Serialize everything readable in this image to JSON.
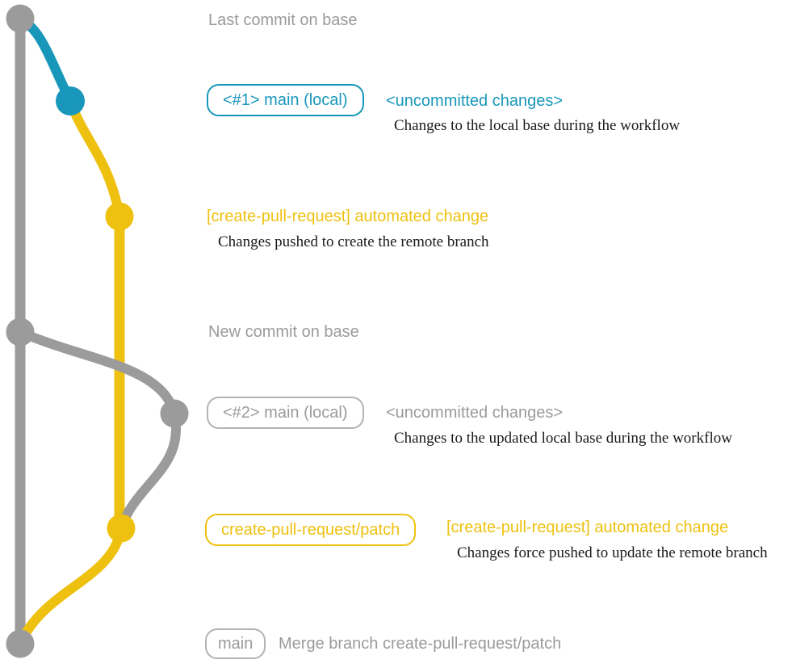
{
  "colors": {
    "blue": "#1897ba",
    "yellow": "#eec111",
    "gray": "#9b9b9b",
    "gray_light": "#b3b3b3",
    "text": "#1a1a1a",
    "background": "#ffffff"
  },
  "annotations": {
    "last_commit": {
      "title": "Last commit on base"
    },
    "uncommitted_1": {
      "branch_label": "<#1> main (local)",
      "status": "<uncommitted changes>",
      "description": "Changes to the local base during the workflow"
    },
    "automated_change_1": {
      "title": "[create-pull-request] automated change",
      "description": "Changes pushed to create the remote branch"
    },
    "new_commit": {
      "title": "New commit on base"
    },
    "uncommitted_2": {
      "branch_label": "<#2> main (local)",
      "status": "<uncommitted changes>",
      "description": "Changes to the updated local base during the workflow"
    },
    "automated_change_2": {
      "branch_label": "create-pull-request/patch",
      "title": "[create-pull-request] automated change",
      "description": "Changes force pushed to update the remote branch"
    },
    "merge": {
      "branch_label": "main",
      "title": "Merge branch create-pull-request/patch"
    }
  },
  "graph": {
    "branches": [
      "base (main)",
      "main (local)",
      "create-pull-request/patch"
    ],
    "commit_count": 7
  }
}
